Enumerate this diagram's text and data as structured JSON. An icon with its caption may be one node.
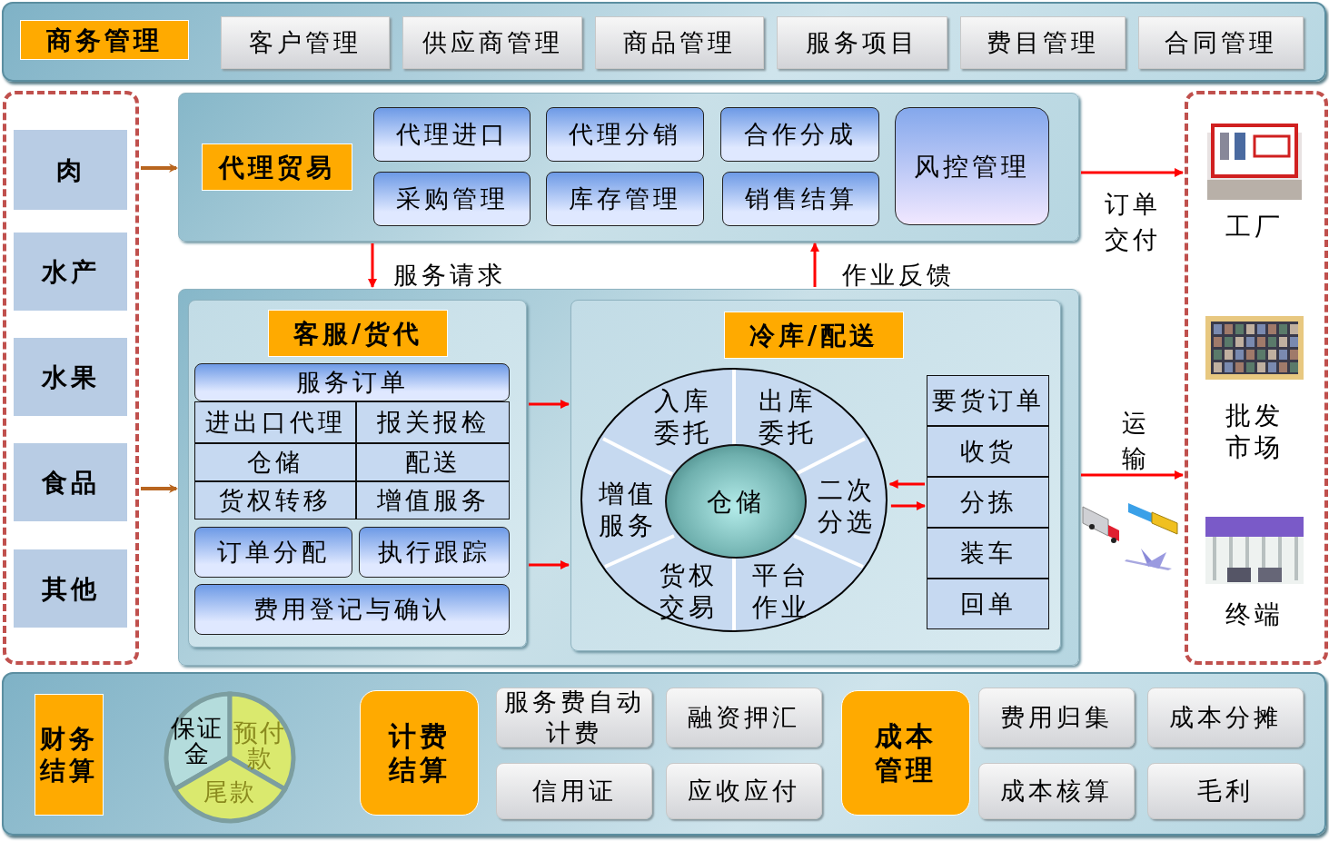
{
  "diagram": {
    "nodes": [
      {
        "text": [],
        "shape": "box"
      },
      {
        "text": [
          "商务管理"
        ],
        "in": 0
      },
      {
        "text": [
          "客户管理"
        ],
        "in": 0
      },
      {
        "text": [
          "供应商管理"
        ],
        "in": 0
      },
      {
        "text": [
          "商品管理"
        ],
        "in": 0
      },
      {
        "text": [
          "服务项目"
        ],
        "in": 0
      },
      {
        "text": [
          "费目管理"
        ],
        "in": 0
      },
      {
        "text": [
          "合同管理"
        ],
        "in": 0
      },
      {
        "text": [],
        "shape": "box"
      },
      {
        "text": [
          "肉"
        ],
        "in": 8
      },
      {
        "text": [
          "水产"
        ],
        "in": 8
      },
      {
        "text": [
          "水果"
        ],
        "in": 8
      },
      {
        "text": [
          "食品"
        ],
        "in": 8
      },
      {
        "text": [
          "其他"
        ],
        "in": 8
      },
      {
        "text": [],
        "shape": "box"
      },
      {
        "text": [
          "代理贸易"
        ],
        "in": 14
      },
      {
        "text": [
          "代理进口"
        ],
        "in": 14
      },
      {
        "text": [
          "代理分销"
        ],
        "in": 14
      },
      {
        "text": [
          "合作分成"
        ],
        "in": 14
      },
      {
        "text": [
          "采购管理"
        ],
        "in": 14
      },
      {
        "text": [
          "库存管理"
        ],
        "in": 14
      },
      {
        "text": [
          "销售结算"
        ],
        "in": 14
      },
      {
        "text": [
          "风控管理"
        ],
        "in": 14
      },
      {
        "text": [],
        "shape": "box"
      },
      {
        "text": [],
        "shape": "box",
        "in": 23
      },
      {
        "text": [
          "客服/货代"
        ],
        "in": 24
      },
      {
        "text": [
          "服务订单"
        ],
        "in": 24
      },
      {
        "text": [
          "进出口代理"
        ],
        "in": 24
      },
      {
        "text": [
          "报关报检"
        ],
        "in": 24
      },
      {
        "text": [
          "仓储"
        ],
        "in": 24
      },
      {
        "text": [
          "配送"
        ],
        "in": 24
      },
      {
        "text": [
          "货权转移"
        ],
        "in": 24
      },
      {
        "text": [
          "增值服务"
        ],
        "in": 24
      },
      {
        "text": [
          "订单分配"
        ],
        "in": 24
      },
      {
        "text": [
          "执行跟踪"
        ],
        "in": 24
      },
      {
        "text": [
          "费用登记与确认"
        ],
        "in": 24
      },
      {
        "text": [],
        "shape": "box",
        "in": 23
      },
      {
        "text": [
          "冷库/配送"
        ],
        "in": 36
      },
      {
        "text": [],
        "shape": "circle",
        "in": 36
      },
      {
        "text": [
          "入库委托"
        ],
        "in": 38
      },
      {
        "text": [
          "出库委托"
        ],
        "in": 38
      },
      {
        "text": [
          "增值服务"
        ],
        "in": 38
      },
      {
        "text": [
          "二次分选"
        ],
        "in": 38
      },
      {
        "text": [
          "货权交易"
        ],
        "in": 38
      },
      {
        "text": [
          "平台作业"
        ],
        "in": 38
      },
      {
        "text": [
          "仓储"
        ],
        "in": 38
      },
      {
        "text": [
          "要货订单"
        ],
        "in": 36
      },
      {
        "text": [
          "收货"
        ],
        "in": 36
      },
      {
        "text": [
          "分拣"
        ],
        "in": 36
      },
      {
        "text": [
          "装车"
        ],
        "in": 36
      },
      {
        "text": [
          "回单"
        ],
        "in": 36
      },
      {
        "text": [],
        "shape": "box"
      },
      {
        "text": [
          "工厂"
        ],
        "in": 51
      },
      {
        "text": [
          "批发市场"
        ],
        "in": 51
      },
      {
        "text": [
          "终端"
        ],
        "in": 51
      },
      {
        "text": [],
        "shape": "box"
      },
      {
        "text": [
          "财务结算"
        ],
        "in": 55
      },
      {
        "text": [],
        "shape": "circle",
        "in": 55
      },
      {
        "text": [
          "保证金"
        ],
        "in": 57
      },
      {
        "text": [
          "预付款"
        ],
        "in": 57
      },
      {
        "text": [
          "尾款"
        ],
        "in": 57
      },
      {
        "text": [
          "计费结算"
        ],
        "in": 55
      },
      {
        "text": [
          "服务费自动计费"
        ],
        "in": 55
      },
      {
        "text": [
          "融资押汇"
        ],
        "in": 55
      },
      {
        "text": [
          "信用证"
        ],
        "in": 55
      },
      {
        "text": [
          "应收应付"
        ],
        "in": 55
      },
      {
        "text": [
          "成本管理"
        ],
        "in": 55
      },
      {
        "text": [
          "费用归集"
        ],
        "in": 55
      },
      {
        "text": [
          "成本分摊"
        ],
        "in": 55
      },
      {
        "text": [
          "成本核算"
        ],
        "in": 55
      },
      {
        "text": [
          "毛利"
        ],
        "in": 55
      }
    ],
    "edges": [
      {
        "from": 8,
        "to": 14,
        "arrow": "to",
        "color": "#b8651f"
      },
      {
        "from": 8,
        "to": 23,
        "arrow": "to",
        "color": "#b8651f"
      },
      {
        "from": 14,
        "to": 23,
        "arrow": "to",
        "label": "服务请求"
      },
      {
        "from": 23,
        "to": 14,
        "arrow": "to",
        "label": "作业反馈"
      },
      {
        "from": 24,
        "to": 36,
        "arrow": "to"
      },
      {
        "from": 24,
        "to": 36,
        "arrow": "to"
      },
      {
        "from": 48,
        "to": 38,
        "arrow": "to"
      },
      {
        "from": 38,
        "to": 48,
        "arrow": "to"
      },
      {
        "from": 14,
        "to": 51,
        "arrow": "to",
        "label": "订单交付"
      },
      {
        "from": 23,
        "to": 51,
        "arrow": "to",
        "label": "运输"
      }
    ]
  }
}
